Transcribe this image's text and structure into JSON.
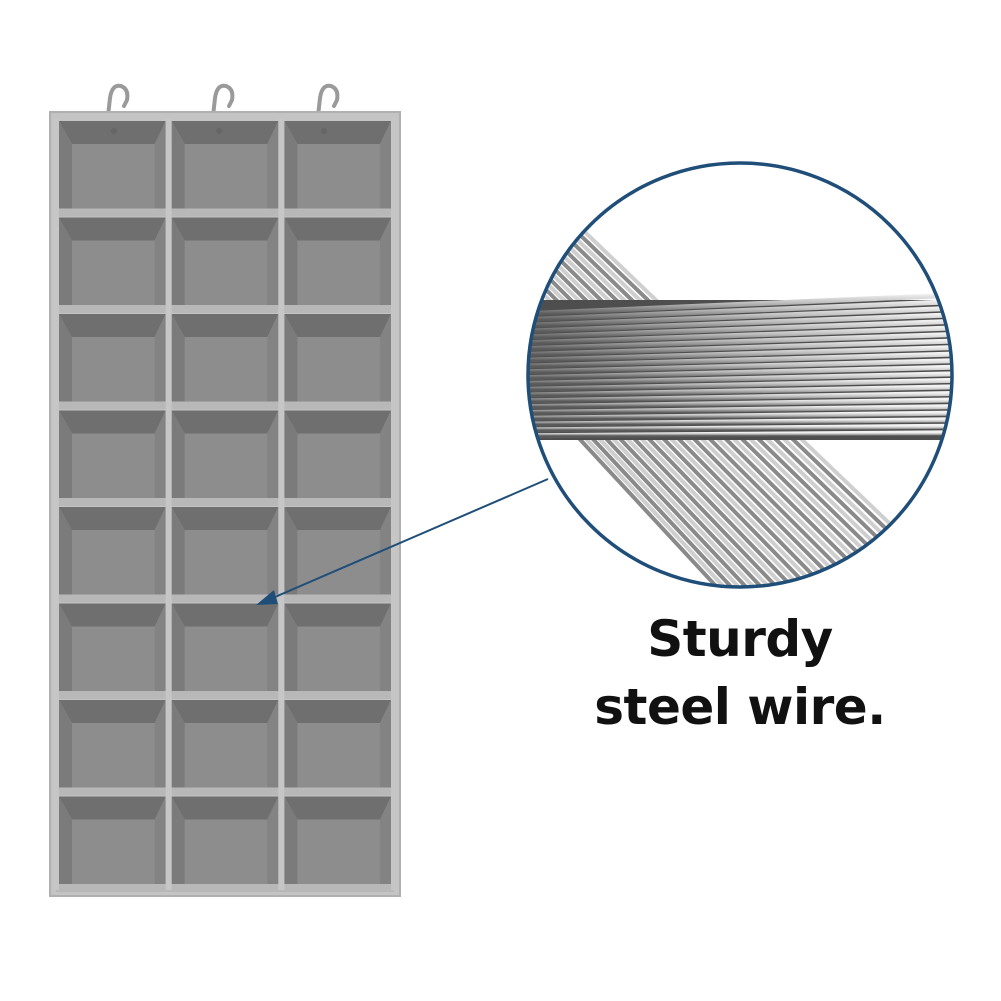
{
  "caption": {
    "line1": "Sturdy",
    "line2": "steel wire."
  },
  "organizer": {
    "columns": 3,
    "rows": 8,
    "hooks": 3
  },
  "colors": {
    "background": "#ffffff",
    "fabric": "#8e8e8e",
    "fabric_dark": "#767676",
    "fabric_light": "#b9b9b9",
    "arrow": "#1f4e79",
    "circle_border": "#1f4e79",
    "caption_text": "#111111"
  }
}
